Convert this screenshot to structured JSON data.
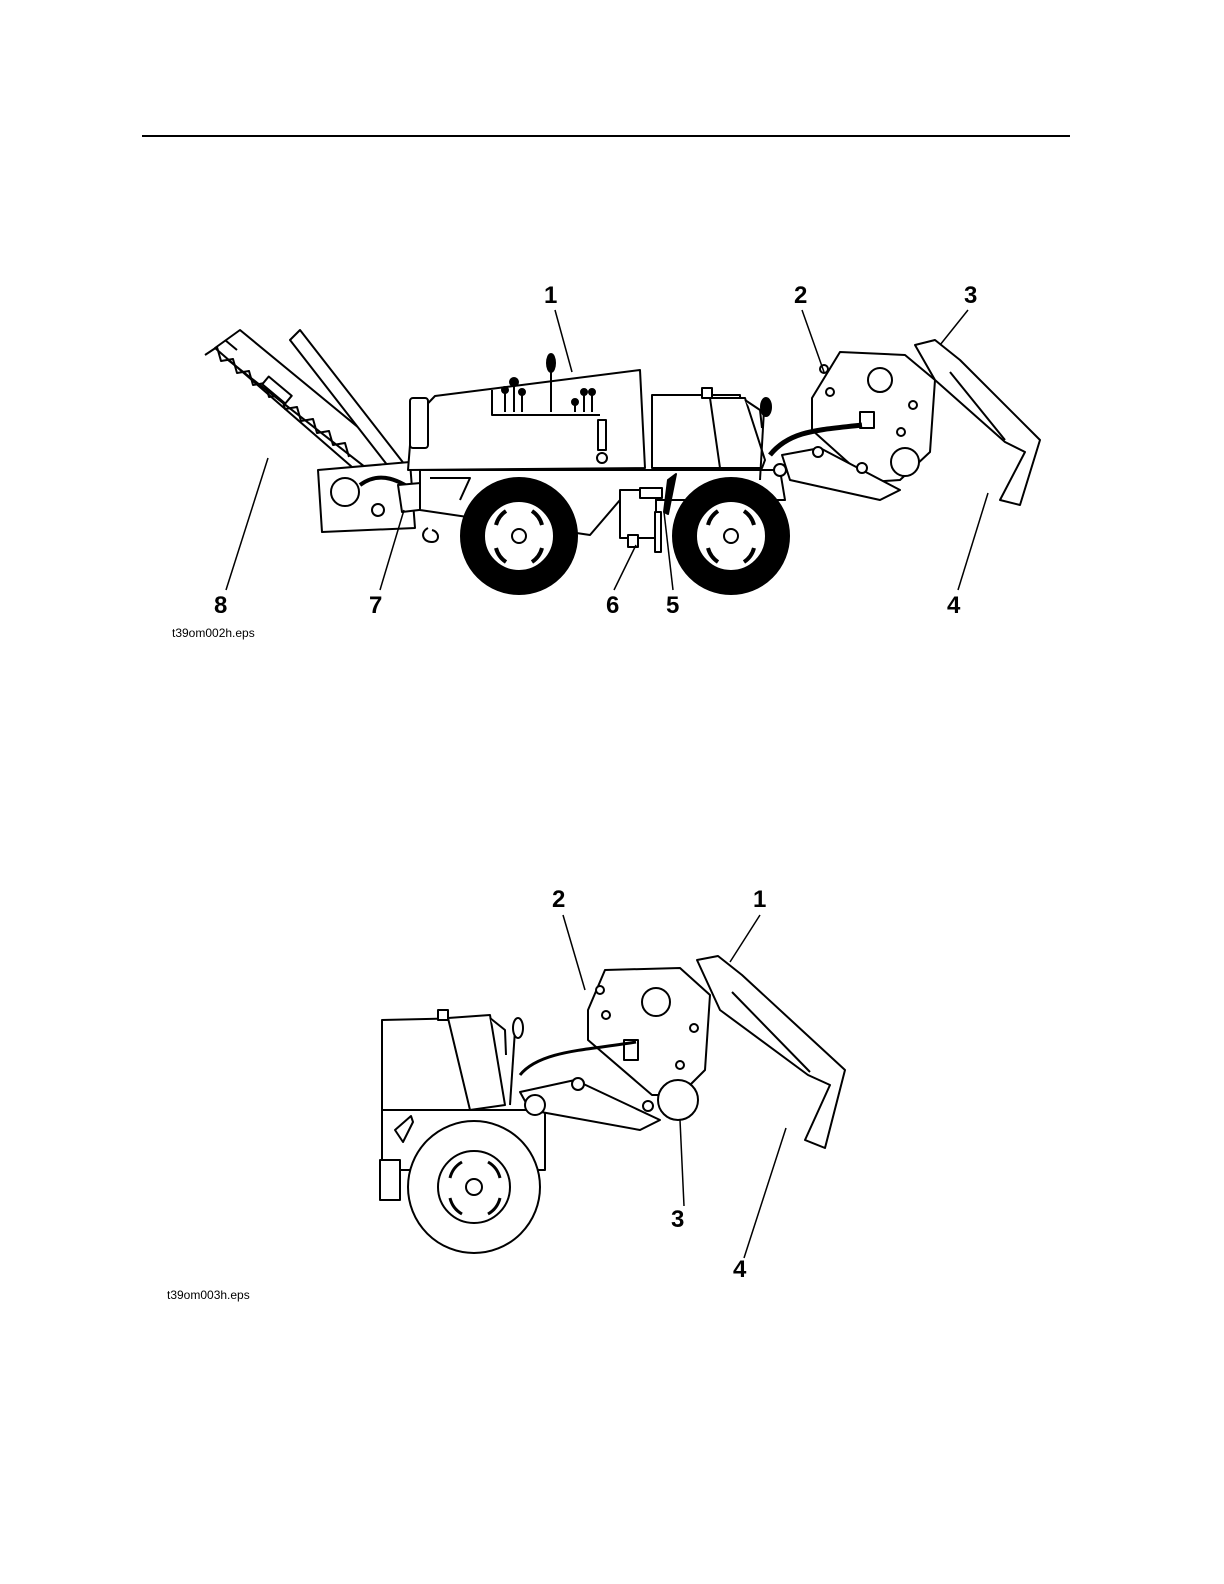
{
  "figure1": {
    "filename": "t39om002h.eps",
    "callouts": [
      "1",
      "2",
      "3",
      "4",
      "5",
      "6",
      "7",
      "8"
    ]
  },
  "figure2": {
    "filename": "t39om003h.eps",
    "callouts": [
      "1",
      "2",
      "3",
      "4"
    ]
  }
}
